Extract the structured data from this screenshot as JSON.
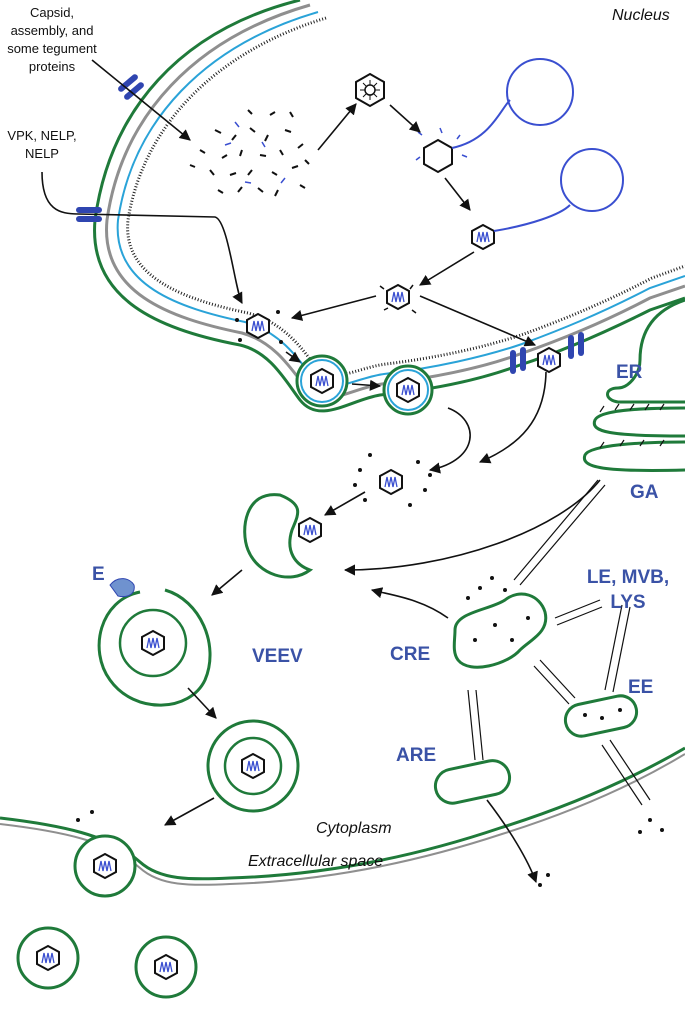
{
  "labels": {
    "nucleus": "Nucleus",
    "capsid_line1": "Capsid,",
    "capsid_line2": "assembly, and",
    "capsid_line3": "some tegument",
    "capsid_line4": "proteins",
    "vpk_line1": "VPK, NELP,",
    "vpk_line2": "NELP",
    "er": "ER",
    "ga": "GA",
    "le_line1": "LE, MVB,",
    "le_line2": "LYS",
    "e": "E",
    "veev": "VEEV",
    "cre": "CRE",
    "ee": "EE",
    "are": "ARE",
    "cytoplasm": "Cytoplasm",
    "extracellular": "Extracellular space"
  },
  "colors": {
    "membrane_green": "#1f7a3a",
    "membrane_grey": "#8f8f8f",
    "membrane_blue": "#2aa3d8",
    "accent_blue": "#3a52a6",
    "dna_blue": "#3a4fd0",
    "pore_blue": "#2f45b0",
    "protein_blue": "#6f92cf",
    "particle_black": "#111111"
  }
}
